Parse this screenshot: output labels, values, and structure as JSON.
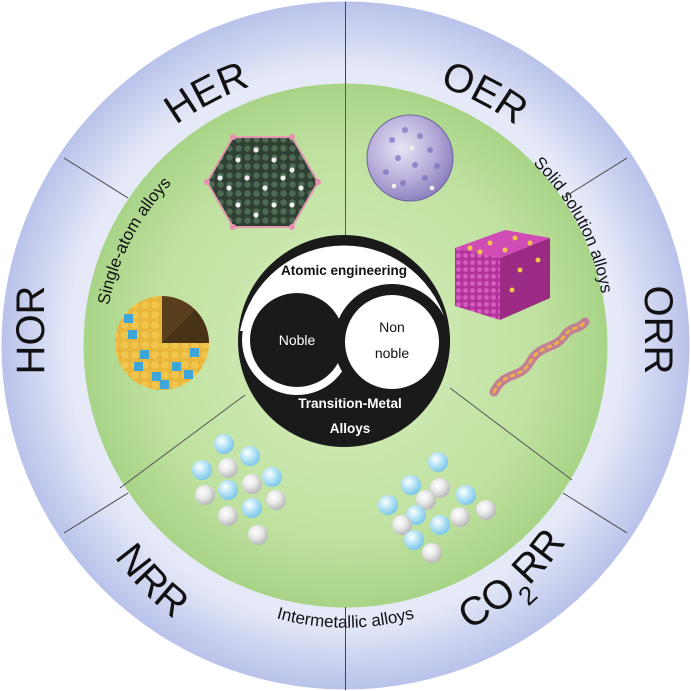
{
  "reactions": {
    "her": "HER",
    "oer": "OER",
    "hor": "HOR",
    "orr": "ORR",
    "nrr": "NRR",
    "co2rr": {
      "prefix": "CO",
      "sub": "2",
      "suffix": "RR"
    }
  },
  "alloy_classes": {
    "single_atom": "Single-atom alloys",
    "solid_solution": "Solid solution alloys",
    "intermetallic": "Intermetallic alloys"
  },
  "core": {
    "top": "Atomic engineering",
    "noble": "Noble",
    "non_noble_1": "Non",
    "non_noble_2": "noble",
    "bottom_1": "Transition-Metal",
    "bottom_2": "Alloys"
  },
  "colors": {
    "outer_ring": "#c9d1ef",
    "inner_green": "#b7dd95",
    "core_dark": "#1a1a1a",
    "atom_blue": "#a9def5",
    "atom_grey": "#e2e2e2"
  }
}
